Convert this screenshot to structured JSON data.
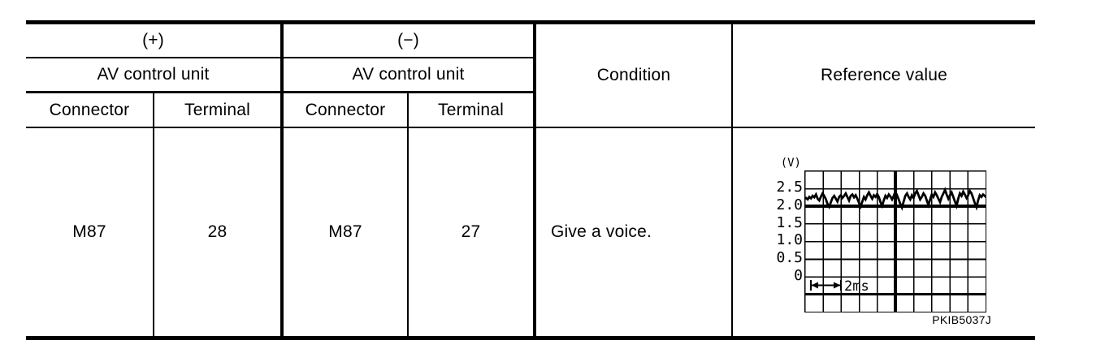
{
  "table": {
    "header": {
      "plus": "(+)",
      "minus": "(−)",
      "av_left": "AV control unit",
      "av_right": "AV control unit",
      "connector_plus": "Connector",
      "terminal_plus": "Terminal",
      "connector_minus": "Connector",
      "terminal_minus": "Terminal",
      "condition": "Condition",
      "reference": "Reference value"
    },
    "row": {
      "connector_plus": "M87",
      "terminal_plus": "28",
      "connector_minus": "M87",
      "terminal_minus": "27",
      "condition": "Give a voice."
    }
  },
  "scope": {
    "ylabel": "(V)",
    "yticks": [
      "2.5",
      "2.0",
      "1.5",
      "1.0",
      "0.5",
      "0"
    ],
    "time_label": "2ms",
    "code": "PKIB5037J"
  },
  "chart_data": {
    "type": "line",
    "ylabel": "(V)",
    "ytick_values": [
      2.5,
      2.0,
      1.5,
      1.0,
      0.5,
      0
    ],
    "ylim": [
      -1.0,
      3.0
    ],
    "volts_per_division": 0.5,
    "x_divisions": 10,
    "y_divisions": 8,
    "time_scale_label": "2ms",
    "annotation_code": "PKIB5037J",
    "values": [
      2.2,
      2.22,
      2.18,
      2.25,
      2.21,
      2.28,
      2.24,
      2.32,
      2.2,
      2.15,
      2.26,
      2.35,
      2.28,
      2.18,
      2.05,
      1.97,
      2.1,
      2.22,
      2.28,
      2.2,
      2.12,
      2.25,
      2.3,
      2.22,
      2.28,
      2.35,
      2.25,
      2.15,
      2.28,
      2.32,
      2.24,
      2.3,
      2.2,
      2.08,
      1.98,
      2.12,
      2.25,
      2.18,
      2.3,
      2.38,
      2.28,
      2.2,
      2.3,
      2.25,
      2.33,
      2.25,
      2.1,
      2.0,
      2.15,
      2.28,
      2.22,
      2.32,
      2.26,
      2.18,
      2.28,
      2.4,
      2.3,
      2.18,
      2.05,
      1.95,
      2.12,
      2.28,
      2.35,
      2.25,
      2.18,
      2.3,
      2.22,
      2.35,
      2.42,
      2.3,
      2.18,
      2.25,
      2.35,
      2.28,
      2.15,
      2.02,
      2.18,
      2.32,
      2.25,
      2.38,
      2.3,
      2.2,
      2.1,
      2.25,
      2.35,
      2.45,
      2.32,
      2.2,
      2.3,
      2.38,
      2.25,
      2.12,
      2.0,
      2.2,
      2.35,
      2.28,
      2.4,
      2.32,
      2.22,
      2.3,
      2.42,
      2.35,
      2.22,
      2.08,
      1.96,
      2.15,
      2.3,
      2.25,
      2.32,
      2.28,
      2.24
    ]
  }
}
